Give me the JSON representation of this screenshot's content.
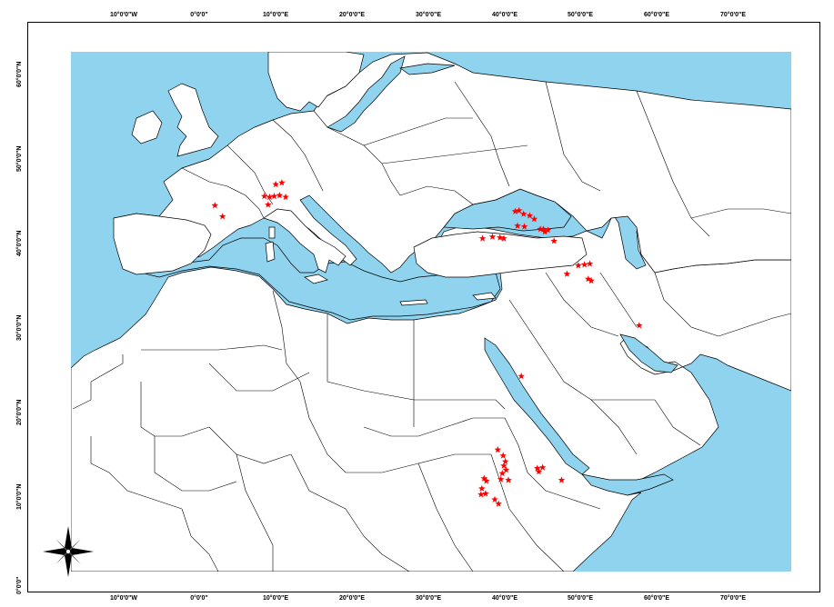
{
  "map": {
    "colors": {
      "sea": "#8fd3ef",
      "land": "#ffffff",
      "border": "#000000",
      "marker": "#ff0000"
    },
    "lon_labels": [
      "10°0'0\"W",
      "0°0'0\"",
      "10°0'0\"E",
      "20°0'0\"E",
      "30°0'0\"E",
      "40°0'0\"E",
      "50°0'0\"E",
      "60°0'0\"E",
      "70°0'0\"E"
    ],
    "lat_labels": [
      "60°0'0\"N",
      "50°0'0\"N",
      "40°0'0\"N",
      "30°0'0\"N",
      "20°0'0\"N",
      "10°0'0\"N",
      "0°0'0\""
    ],
    "compass": {
      "icon": "north-arrow-compass-rose-icon"
    },
    "markers": [
      {
        "lon": 2.0,
        "lat": 44.5
      },
      {
        "lon": 3.0,
        "lat": 43.2
      },
      {
        "lon": 10.0,
        "lat": 47.0
      },
      {
        "lon": 10.8,
        "lat": 47.2
      },
      {
        "lon": 8.5,
        "lat": 45.6
      },
      {
        "lon": 9.2,
        "lat": 45.5
      },
      {
        "lon": 9.8,
        "lat": 45.6
      },
      {
        "lon": 10.5,
        "lat": 45.7
      },
      {
        "lon": 11.3,
        "lat": 45.5
      },
      {
        "lon": 9.0,
        "lat": 44.6
      },
      {
        "lon": 41.5,
        "lat": 43.8
      },
      {
        "lon": 42.0,
        "lat": 43.9
      },
      {
        "lon": 42.6,
        "lat": 43.5
      },
      {
        "lon": 43.4,
        "lat": 43.3
      },
      {
        "lon": 44.0,
        "lat": 42.9
      },
      {
        "lon": 41.8,
        "lat": 42.1
      },
      {
        "lon": 42.7,
        "lat": 42.0
      },
      {
        "lon": 44.8,
        "lat": 41.7
      },
      {
        "lon": 45.2,
        "lat": 41.7
      },
      {
        "lon": 45.8,
        "lat": 41.6
      },
      {
        "lon": 45.4,
        "lat": 41.4
      },
      {
        "lon": 37.2,
        "lat": 40.6
      },
      {
        "lon": 38.5,
        "lat": 40.8
      },
      {
        "lon": 39.5,
        "lat": 40.7
      },
      {
        "lon": 40.0,
        "lat": 40.6
      },
      {
        "lon": 46.6,
        "lat": 40.3
      },
      {
        "lon": 49.8,
        "lat": 37.4
      },
      {
        "lon": 50.6,
        "lat": 37.5
      },
      {
        "lon": 51.3,
        "lat": 37.6
      },
      {
        "lon": 51.1,
        "lat": 35.8
      },
      {
        "lon": 51.5,
        "lat": 35.6
      },
      {
        "lon": 48.3,
        "lat": 36.4
      },
      {
        "lon": 57.8,
        "lat": 30.3
      },
      {
        "lon": 42.3,
        "lat": 24.3
      },
      {
        "lon": 39.2,
        "lat": 15.6
      },
      {
        "lon": 39.9,
        "lat": 14.9
      },
      {
        "lon": 40.2,
        "lat": 14.2
      },
      {
        "lon": 40.0,
        "lat": 13.7
      },
      {
        "lon": 40.3,
        "lat": 13.2
      },
      {
        "lon": 39.8,
        "lat": 12.8
      },
      {
        "lon": 39.6,
        "lat": 12.1
      },
      {
        "lon": 40.6,
        "lat": 12.0
      },
      {
        "lon": 44.4,
        "lat": 13.4
      },
      {
        "lon": 45.1,
        "lat": 13.5
      },
      {
        "lon": 44.6,
        "lat": 13.0
      },
      {
        "lon": 47.6,
        "lat": 12.0
      },
      {
        "lon": 37.4,
        "lat": 12.2
      },
      {
        "lon": 37.7,
        "lat": 11.9
      },
      {
        "lon": 37.1,
        "lat": 11.0
      },
      {
        "lon": 37.6,
        "lat": 10.4
      },
      {
        "lon": 37.0,
        "lat": 10.3
      },
      {
        "lon": 38.8,
        "lat": 9.7
      },
      {
        "lon": 39.3,
        "lat": 9.2
      }
    ]
  }
}
